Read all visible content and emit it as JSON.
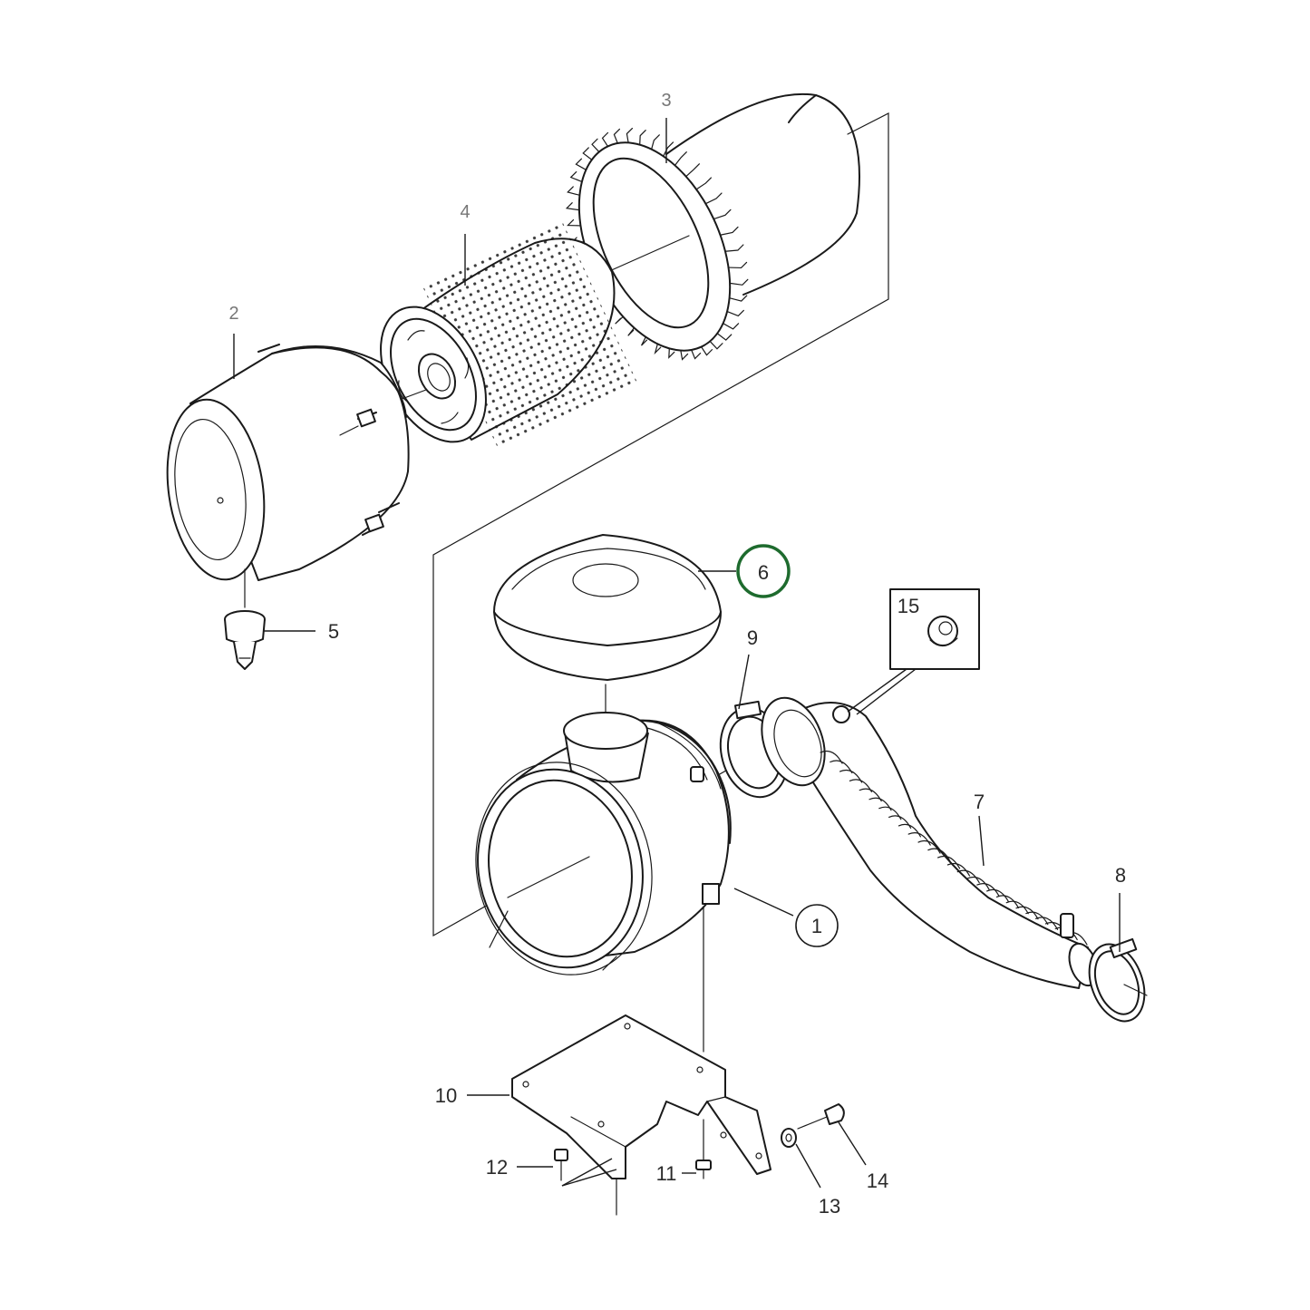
{
  "diagram": {
    "highlight_color": "#1e6b2e",
    "parts": [
      {
        "id": "p1",
        "label": "1",
        "circled": true
      },
      {
        "id": "p2",
        "label": "2"
      },
      {
        "id": "p3",
        "label": "3"
      },
      {
        "id": "p4",
        "label": "4"
      },
      {
        "id": "p5",
        "label": "5"
      },
      {
        "id": "p6",
        "label": "6",
        "highlighted": true
      },
      {
        "id": "p7",
        "label": "7"
      },
      {
        "id": "p8",
        "label": "8"
      },
      {
        "id": "p9",
        "label": "9"
      },
      {
        "id": "p10",
        "label": "10"
      },
      {
        "id": "p11",
        "label": "11"
      },
      {
        "id": "p12",
        "label": "12"
      },
      {
        "id": "p13",
        "label": "13"
      },
      {
        "id": "p14",
        "label": "14"
      },
      {
        "id": "p15",
        "label": "15"
      }
    ]
  }
}
